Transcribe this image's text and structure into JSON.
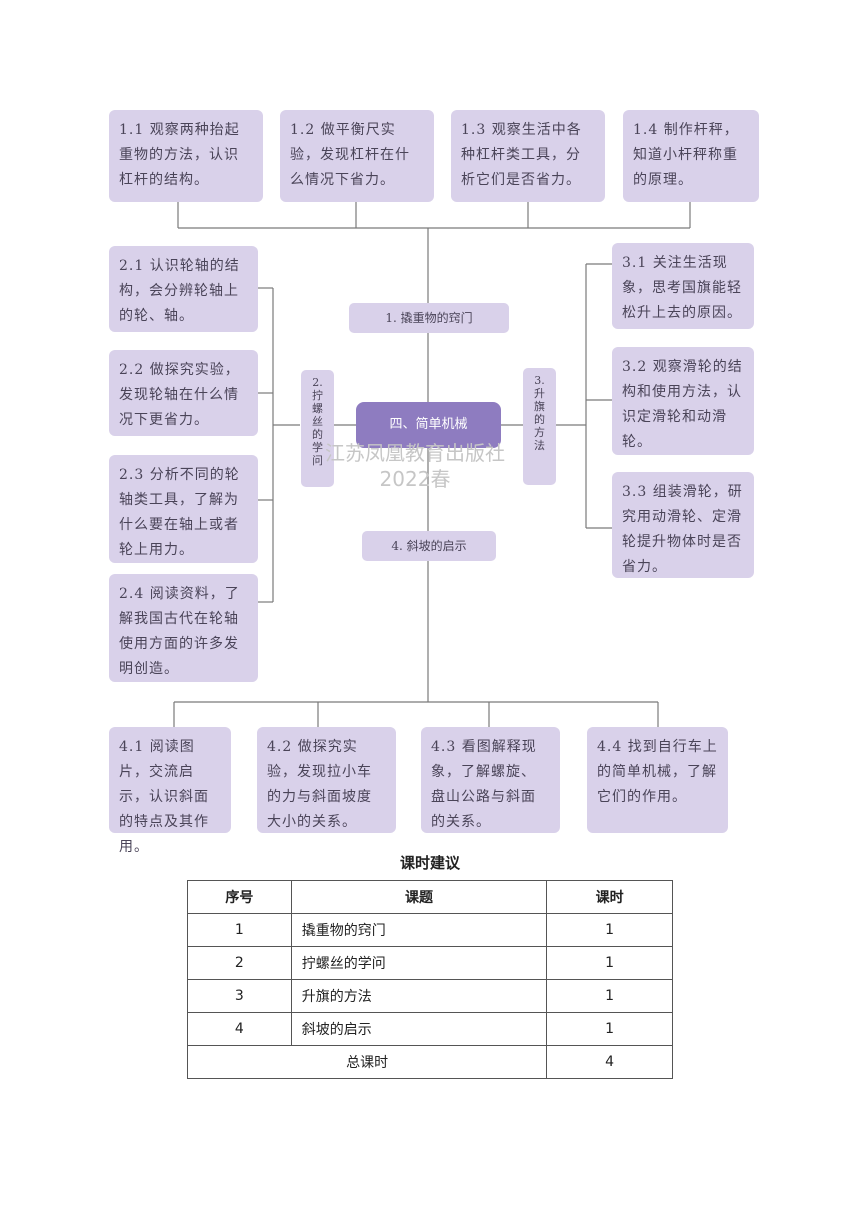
{
  "center": "四、简单机械",
  "lesson_labels": {
    "l1": "1. 撬重物的窍门",
    "l2": "2.拧螺丝的学问",
    "l3": "3.升旗的方法",
    "l4": "4. 斜坡的启示"
  },
  "boxes": {
    "b11": "1.1 观察两种抬起重物的方法，认识杠杆的结构。",
    "b12": "1.2 做平衡尺实验，发现杠杆在什么情况下省力。",
    "b13": "1.3 观察生活中各种杠杆类工具，分析它们是否省力。",
    "b14": "1.4 制作杆秤，知道小杆秤称重的原理。",
    "b21": "2.1 认识轮轴的结构，会分辨轮轴上的轮、轴。",
    "b22": "2.2 做探究实验，发现轮轴在什么情况下更省力。",
    "b23": "2.3 分析不同的轮轴类工具，了解为什么要在轴上或者轮上用力。",
    "b24": "2.4 阅读资料，了解我国古代在轮轴使用方面的许多发明创造。",
    "b31": "3.1 关注生活现象，思考国旗能轻松升上去的原因。",
    "b32": "3.2 观察滑轮的结构和使用方法，认识定滑轮和动滑轮。",
    "b33": "3.3 组装滑轮，研究用动滑轮、定滑轮提升物体时是否省力。",
    "b41": "4.1 阅读图片，交流启示，认识斜面的特点及其作用。",
    "b42": "4.2 做探究实验，发现拉小车的力与斜面坡度大小的关系。",
    "b43": "4.3 看图解释现象，了解螺旋、盘山公路与斜面的关系。",
    "b44": "4.4 找到自行车上的简单机械，了解它们的作用。"
  },
  "watermark": {
    "line1": "江苏凤凰教育出版社",
    "line2": "2022春"
  },
  "table": {
    "title": "课时建议",
    "headers": [
      "序号",
      "课题",
      "课时"
    ],
    "rows": [
      [
        "1",
        "撬重物的窍门",
        "1"
      ],
      [
        "2",
        "拧螺丝的学问",
        "1"
      ],
      [
        "3",
        "升旗的方法",
        "1"
      ],
      [
        "4",
        "斜坡的启示",
        "1"
      ]
    ],
    "total_label": "总课时",
    "total_value": "4"
  },
  "colors": {
    "box": "#d9d1ea",
    "center": "#8e7cc0",
    "line": "#7a7a7a"
  }
}
